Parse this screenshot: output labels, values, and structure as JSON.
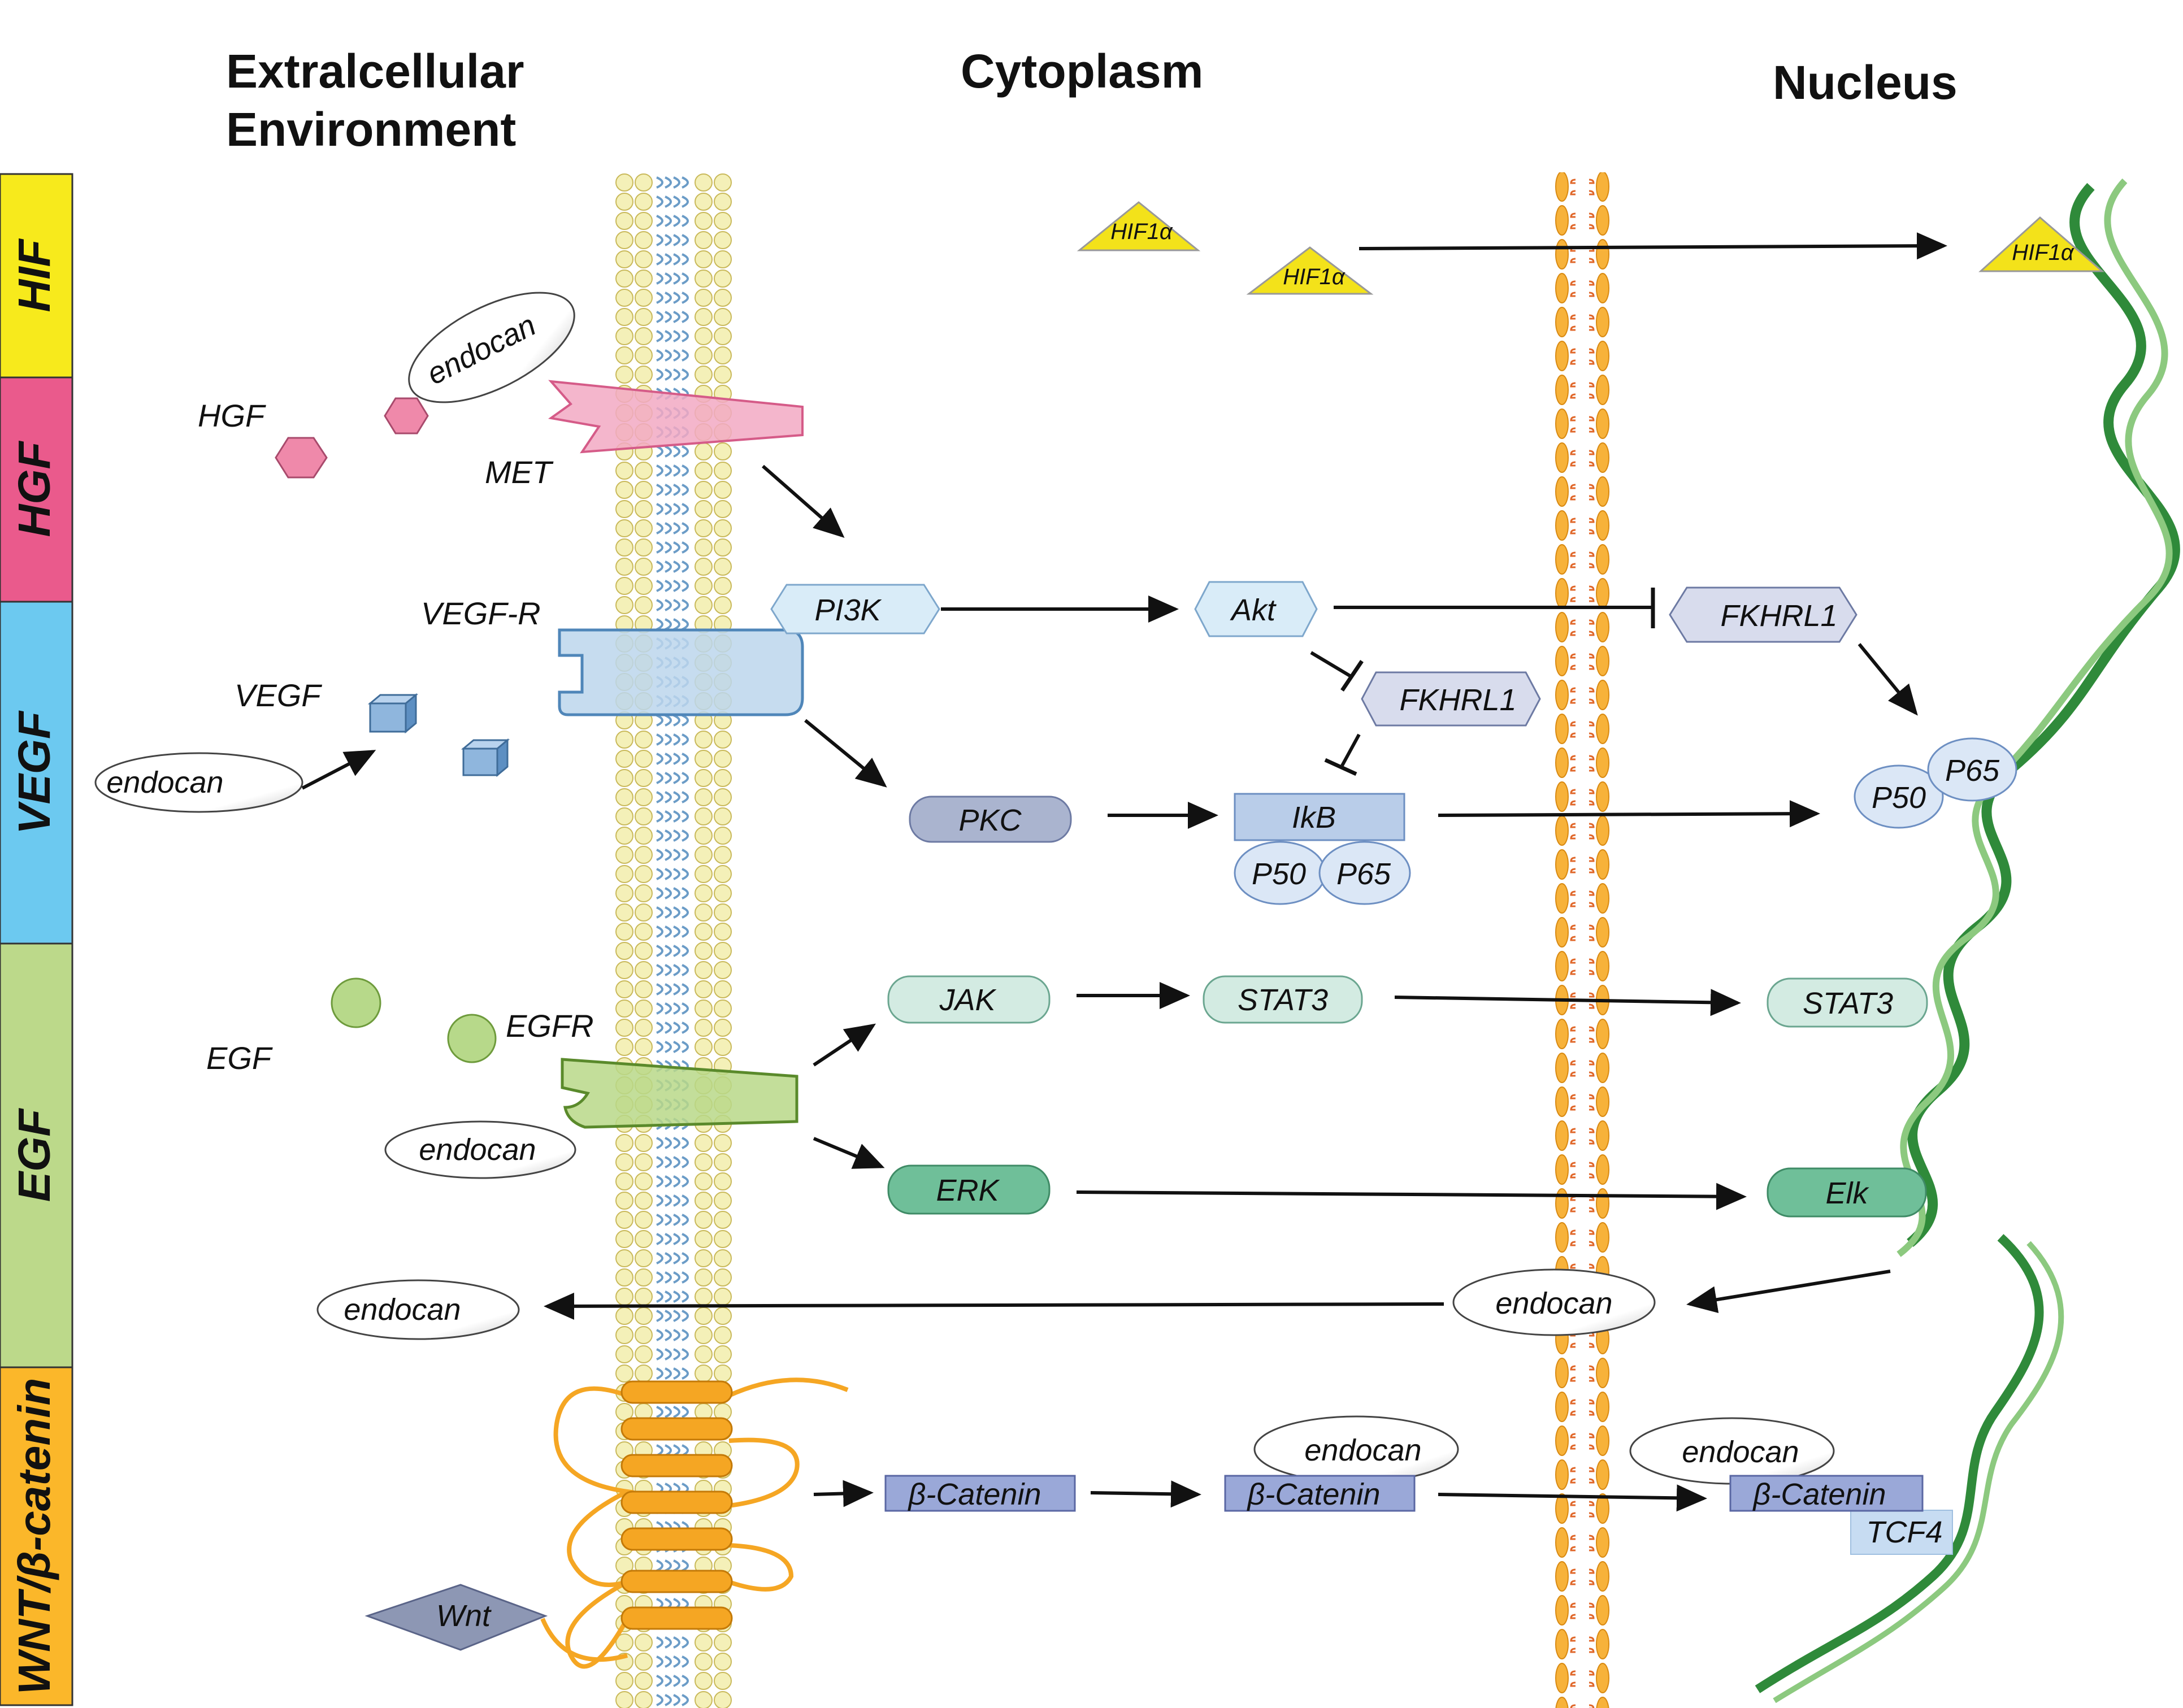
{
  "headers": {
    "extracellular_line1": "Extralcellular",
    "extracellular_line2": "Environment",
    "cytoplasm": "Cytoplasm",
    "nucleus": "Nucleus"
  },
  "bands": [
    {
      "id": "hif",
      "label": "HIF",
      "color": "#f7ea1c"
    },
    {
      "id": "hgf",
      "label": "HGF",
      "color": "#ea5a8c"
    },
    {
      "id": "vegf",
      "label": "VEGF",
      "color": "#6cc9f0"
    },
    {
      "id": "egf",
      "label": "EGF",
      "color": "#bcd98a"
    },
    {
      "id": "wnt",
      "label": "WNT/β-catenin",
      "color": "#fbb72a"
    }
  ],
  "ligands": {
    "hgf": "HGF",
    "met": "MET",
    "vegf": "VEGF",
    "vegf_r": "VEGF-R",
    "egf": "EGF",
    "egfr": "EGFR",
    "wnt": "Wnt"
  },
  "endocan": "endocan",
  "nodes": {
    "hif1a": "HIF1α",
    "pi3k": "PI3K",
    "akt": "Akt",
    "fkhrl1": "FKHRL1",
    "pkc": "PKC",
    "ikb": "IkB",
    "p50": "P50",
    "p65": "P65",
    "jak": "JAK",
    "stat3": "STAT3",
    "erk": "ERK",
    "elk": "Elk",
    "beta_catenin": "β-Catenin",
    "tcf4": "TCF4"
  },
  "colors": {
    "hif_triangle": "#f3e21a",
    "hgf_hexagon": "#ef89aa",
    "met_receptor": "#f2a9c3",
    "vegf_receptor": "#bcd6ec",
    "vegf_cube": "#8fb6dd",
    "egf_sphere": "#b7d98a",
    "egf_receptor": "#b9d888",
    "pi3k_akt": "#d9ecf8",
    "fkhrl1": "#d8dced",
    "pkc": "#aab4cf",
    "ikb": "#b9cde9",
    "p50_p65": "#dbe7f6",
    "jak_stat3": "#d3ebe2",
    "erk_elk": "#6fbf99",
    "beta_catenin": "#9aa8d8",
    "tcf4": "#c7dcf2",
    "wnt_diamond": "#8d97b4",
    "frizzled": "#f5a623",
    "membrane_head": "#f4f0b8",
    "membrane_tail": "#6b9cc7",
    "nuclear_membrane": "#f3a43b",
    "dna": "#3f9a46"
  }
}
